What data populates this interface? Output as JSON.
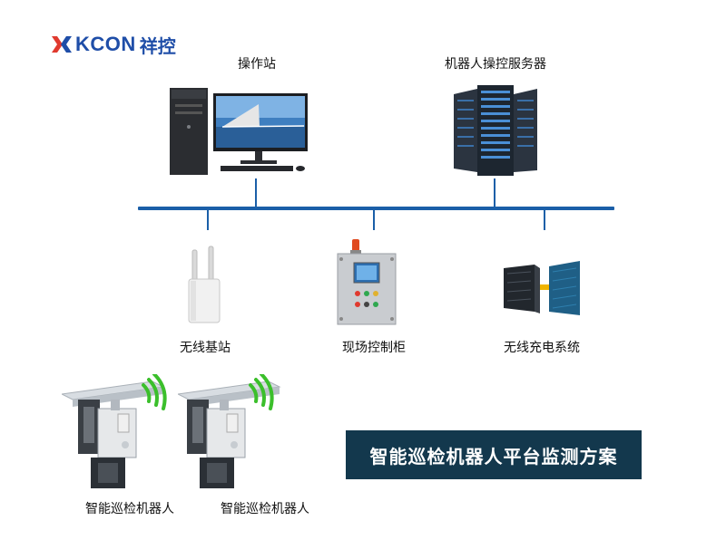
{
  "brand": {
    "logo_latin": "KCON",
    "logo_cn": "祥控"
  },
  "nodes": {
    "operator_station": "操作站",
    "robot_server": "机器人操控服务器",
    "wireless_base": "无线基站",
    "field_cabinet": "现场控制柜",
    "wireless_charging": "无线充电系统",
    "robot_1": "智能巡检机器人",
    "robot_2": "智能巡检机器人"
  },
  "banner": {
    "title": "智能巡检机器人平台监测方案"
  },
  "colors": {
    "brand_blue": "#1f4ea8",
    "brand_red": "#e03a2f",
    "bus": "#1b5fa8",
    "banner_bg": "#13384d",
    "signal_green": "#3bbf2b"
  },
  "icons": [
    "logo-x-icon",
    "desktop-computer-icon",
    "server-rack-icon",
    "wireless-router-icon",
    "control-cabinet-icon",
    "charging-unit-icon",
    "inspection-robot-icon",
    "wifi-signal-icon"
  ]
}
